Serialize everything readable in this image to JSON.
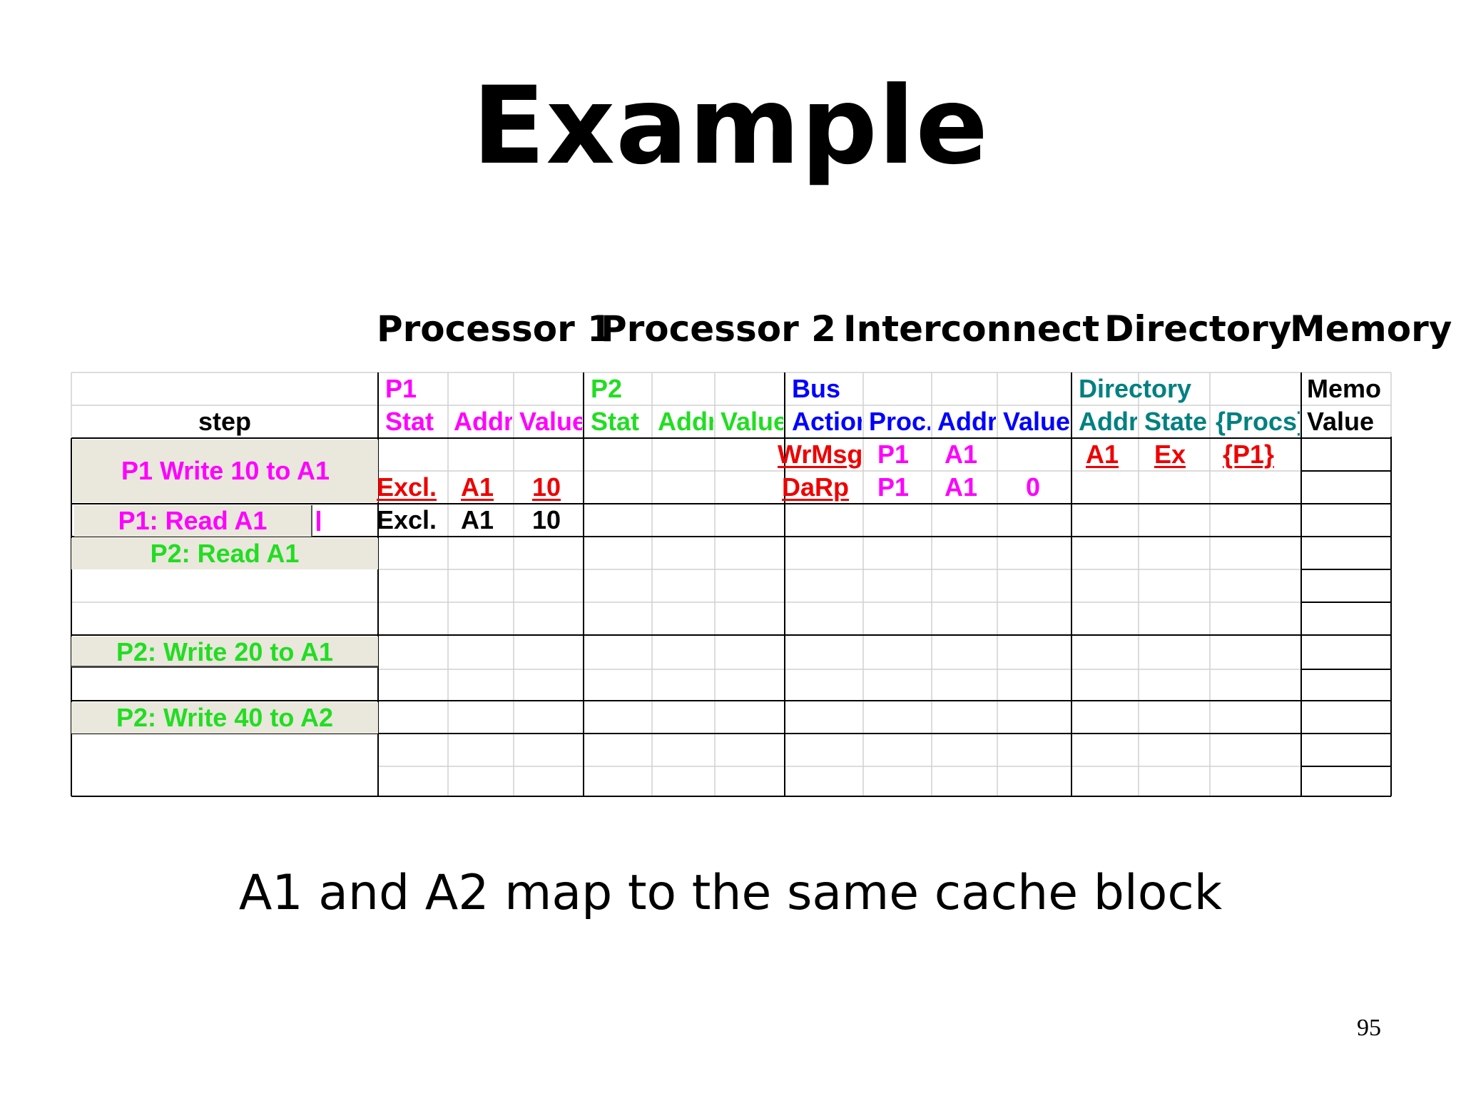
{
  "title": "Example",
  "groups": [
    "Processor 1",
    "Processor 2",
    "Interconnect",
    "Directory",
    "Memory"
  ],
  "header1": {
    "p1": "P1",
    "p2": "P2",
    "bus": "Bus",
    "directory": "Directory",
    "memory": "Memo"
  },
  "header2": {
    "step": "step",
    "p1": [
      "Stat",
      "Addr",
      "Value"
    ],
    "p2": [
      "Stat",
      "Addr",
      "Value"
    ],
    "bus": [
      "Action",
      "Proc.",
      "Addr",
      "Value"
    ],
    "dir": [
      "Addr",
      "State",
      "{Procs}"
    ],
    "mem": "Value"
  },
  "steps": [
    "P1 Write 10 to A1",
    "P1: Read A1",
    "P2: Read A1",
    "P2: Write 20 to A1",
    "P2: Write 40 to A2"
  ],
  "rows": {
    "r1": {
      "bus_action": "WrMsg",
      "bus_proc": "P1",
      "bus_addr": "A1",
      "dir_addr": "A1",
      "dir_state": "Ex",
      "dir_procs": "{P1}"
    },
    "r2": {
      "p1_state": "Excl.",
      "p1_addr": "A1",
      "p1_value": "10",
      "bus_action": "DaRp",
      "bus_proc": "P1",
      "bus_addr": "A1",
      "bus_value": "0"
    },
    "r3": {
      "p1_state": "Excl.",
      "p1_addr": "A1",
      "p1_value": "10"
    }
  },
  "footnote": "A1 and A2 map to the same cache block",
  "page_number": "95",
  "colors": {
    "p1": "#ff00ff",
    "p2": "#22dd22",
    "bus": "#0000ff",
    "dir": "#008080",
    "changed": "#ee0000",
    "text": "#000000",
    "step_bg": "#eae7dc"
  }
}
